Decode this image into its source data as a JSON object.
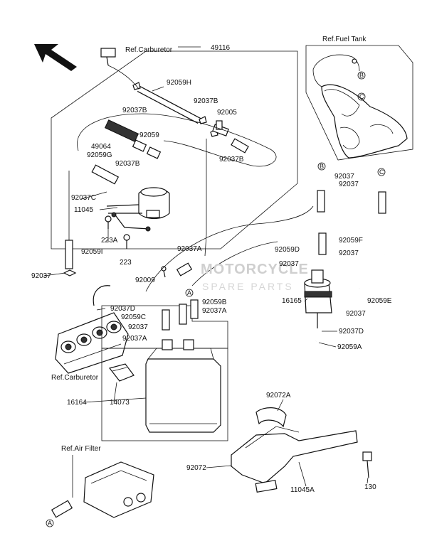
{
  "watermark": {
    "line1": "MOTORCYCLE",
    "line2": "SPARE PARTS"
  },
  "refs": {
    "carb_top": "Ref.Carburetor",
    "fuel_tank": "Ref.Fuel Tank",
    "carb_bottom": "Ref.Carburetor",
    "air_filter": "Ref.Air Filter"
  },
  "markers": {
    "a": "A",
    "b": "B",
    "c": "C"
  },
  "parts": {
    "p49116": "49116",
    "p92059H": "92059H",
    "p92037B_1": "92037B",
    "p92037B_2": "92037B",
    "p92005": "92005",
    "p92037B_3": "92037B",
    "p92059": "92059",
    "p49064": "49064",
    "p92059G": "92059G",
    "p92037B_4": "92037B",
    "p92037C": "92037C",
    "p11045": "11045",
    "p223A": "223A",
    "p92059I": "92059I",
    "p223": "223",
    "p92037_left": "92037",
    "p92009": "92009",
    "p92037A_1": "92037A",
    "p92037D_1": "92037D",
    "p92059C": "92059C",
    "p92059B": "92059B",
    "p92037A_2": "92037A",
    "p92037_mid": "92037",
    "p92037A_3": "92037A",
    "p16164": "16164",
    "p14073": "14073",
    "p92037_r1": "92037",
    "p92037_r2": "92037",
    "p92059F": "92059F",
    "p92059D": "92059D",
    "p92037_r3": "92037",
    "p92037_r4": "92037",
    "p16165": "16165",
    "p92037_r5": "92037",
    "p92059E": "92059E",
    "p92037D_2": "92037D",
    "p92059A": "92059A",
    "p92072A": "92072A",
    "p92072": "92072",
    "p11045A": "11045A",
    "p130": "130"
  }
}
